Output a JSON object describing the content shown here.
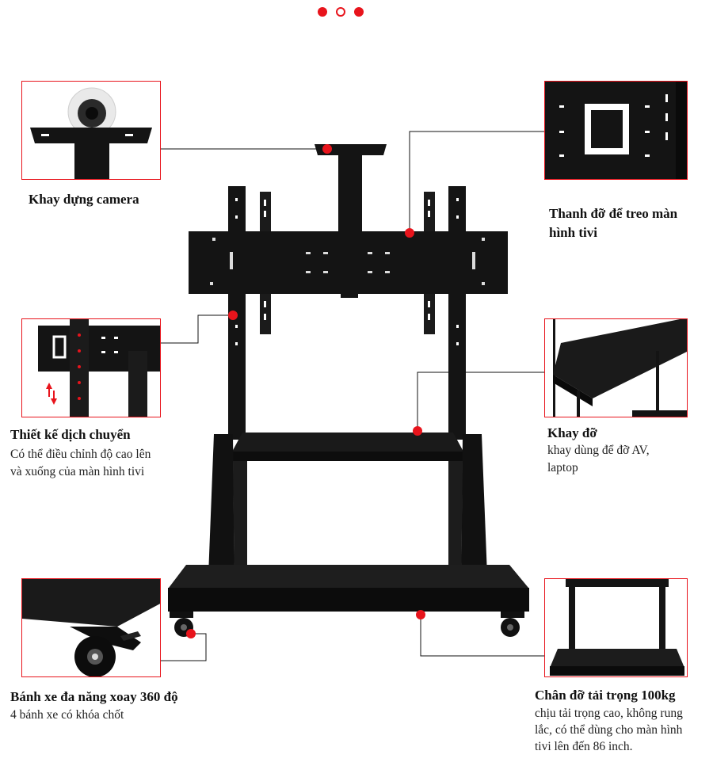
{
  "carousel": {
    "slides": 3,
    "active_index": 1
  },
  "colors": {
    "accent": "#e8141c",
    "metal": "#141414"
  },
  "features": {
    "camera_tray": {
      "title": "Khay dựng camera"
    },
    "tv_mount_bar": {
      "title_line1": "Thanh đỡ để treo màn",
      "title_line2": "hình tivi"
    },
    "adjustable": {
      "title": "Thiết kế dịch chuyển",
      "desc_line1": "Có thể điều chỉnh độ cao lên",
      "desc_line2": "và xuống của màn hình tivi"
    },
    "shelf": {
      "title": "Khay đỡ",
      "desc_line1": "khay dùng để đỡ AV,",
      "desc_line2": "laptop"
    },
    "wheels": {
      "title": "Bánh xe đa năng xoay 360 độ",
      "desc": "4 bánh xe có khóa chốt"
    },
    "base": {
      "title": "Chân đỡ tải trọng 100kg",
      "desc_line1": "chịu tải trọng cao, không rung",
      "desc_line2": "lắc, có thể dùng cho màn hình",
      "desc_line3": "tivi lên đến 86 inch."
    }
  }
}
